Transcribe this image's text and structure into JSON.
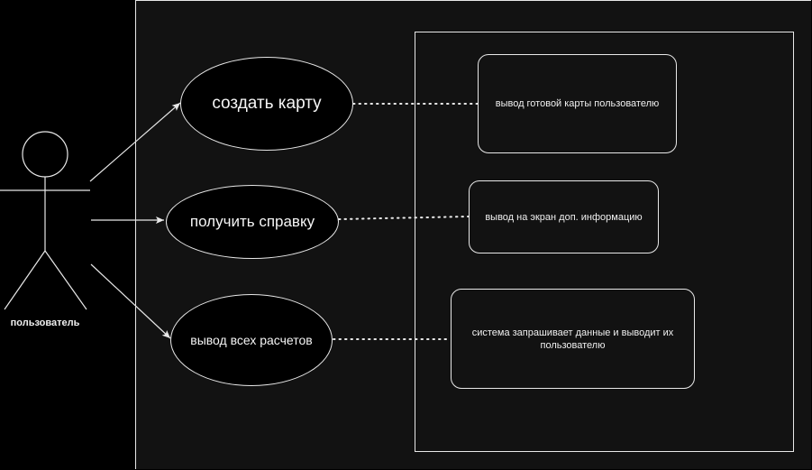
{
  "actor": {
    "label": "пользователь"
  },
  "use_cases": [
    {
      "label": "создать карту"
    },
    {
      "label": "получить справку"
    },
    {
      "label": "вывод всех расчетов"
    }
  ],
  "results": [
    {
      "label": "вывод готовой карты пользователю"
    },
    {
      "label": "вывод на экран доп. информацию"
    },
    {
      "label": "система запрашивает данные и выводит их пользователю"
    }
  ],
  "colors": {
    "background": "#000000",
    "system_fill": "#121212",
    "stroke": "#e8e8e8",
    "text": "#f0f0f0"
  }
}
